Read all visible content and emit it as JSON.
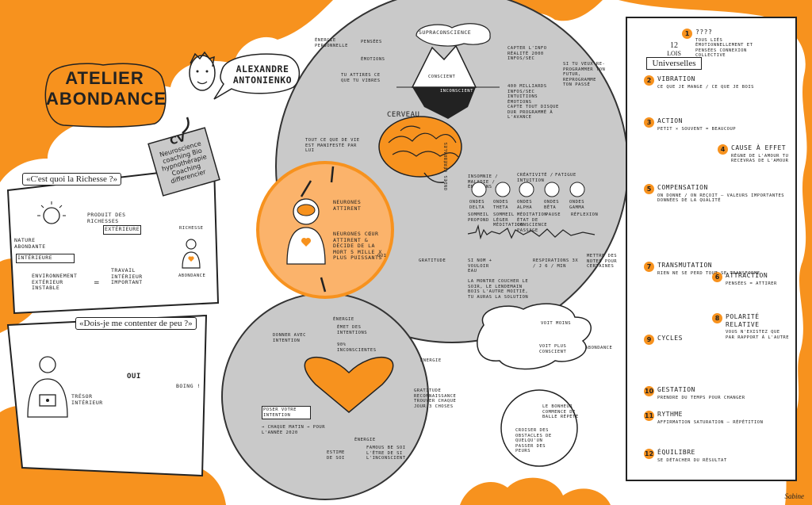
{
  "header": {
    "title_line1": "ATELIER",
    "title_line2": "ABONDANCE",
    "speaker_name_line1": "ALEXANDRE",
    "speaker_name_line2": "ANTONIENKO",
    "cv_title": "CV",
    "cv_items": [
      "Neuroscience",
      "coaching Bio",
      "hypnothérapie",
      "Coaching",
      "differencier"
    ]
  },
  "richesse": {
    "question": "«C'est quoi la Richesse ?»",
    "nature": "NATURE ABONDANTE",
    "interieure": "INTÉRIEURE",
    "produit": "PRODUIT DES RICHESSES",
    "exterieure": "EXTÉRIEURE",
    "richesse_label": "RICHESSE",
    "abondance_label": "ABONDANCE",
    "env_left": "ENVIRONNEMENT EXTÉRIEUR INSTABLE",
    "equals": "=",
    "env_right": "TRAVAIL INTÉRIEUR IMPORTANT"
  },
  "contenter": {
    "question": "«Dois-je me contenter de peu ?»",
    "tresor": "TRÉSOR INTÉRIEUR",
    "oui": "OUI",
    "boing": "BOING !"
  },
  "brain": {
    "energie_personnelle": "ÉNERGIE PERSONNELLE",
    "pensees": "PENSÉES",
    "emotions": "ÉMOTIONS",
    "attires": "TU ATTIRES CE QUE TU VIBRES",
    "supraconscience": "SUPRACONSCIENCE",
    "conscient": "CONSCIENT",
    "inconscient": "INCONSCIENT",
    "capter": "CAPTER L'INFO RÉALITÉ 2000 INFOS/SEC",
    "reprogrammer": "SI TU VEUX RE-PROGRAMMER TON FUTUR, REPROGRAMME TON PASSÉ",
    "info_sec": "400 MILLIARDS INFOS/SEC INTUITIONS ÉMOTIONS",
    "capte_tout": "CAPTE TOUT DISQUE DUR PROGRAMMÉ À L'AVANCE",
    "cerveau": "CERVEAU",
    "tout_vie": "TOUT CE QUE DE VIE EST MANIFESTÉ PAR LUI",
    "wave_headers": [
      "INSOMNIE / MALADIE / ÉMOTIONS",
      "CRÉATIVITÉ / INTUITION",
      "FATIGUE"
    ],
    "waves": [
      "ONDES DELTA",
      "ONDES THETA",
      "ONDES ALPHA",
      "ONDES BÊTA",
      "ONDES GAMMA"
    ],
    "wave_desc": [
      "SOMMEIL PROFOND",
      "SOMMEIL LÉGER MÉDITATION",
      "MÉDITATION ÉTAT DE CONSCIENCE PASSAGE",
      "PAUSE",
      "RÉFLEXION"
    ],
    "ondes_cerebrales": "ONDES CÉRÉBRALES",
    "gratitude_bottle": "GRATITUDE",
    "sinequoi": "SI NOM + VOULOIR EAU",
    "montre": "LA MONTRE COUCHER LE SOIR, LE LENDEMAIN BOIS L'AUTRE MOITIÉ, TU AURAS LA SOLUTION",
    "respirations": "RESPIRATIONS 3x / J 6 / min",
    "mettre": "METTRE DES NOTES POUR CERTAINES"
  },
  "neurones": {
    "neurones_attirent": "NEURONES ATTIRENT",
    "coeur": "NEURONES CŒUR ATTIRENT & DÉCIDE DE LA MORT 5 MILLE X PLUS PUISSANTS",
    "oui_label": "OUI"
  },
  "coeur_circle": {
    "energie1": "ÉNERGIE",
    "emet": "ÉMET DES INTENTIONS",
    "inconscientes": "90% INCONSCIENTES",
    "donner": "DONNER AVEC INTENTION",
    "energie3": "ÉNERGIE",
    "gratitude": "GRATITUDE RECONNAISSANCE TROUVER CHAQUE JOUR 3 CHOSES",
    "poser": "POSER VOTRE INTENTION",
    "chaque": "→ CHAQUE MATIN → POUR L'ANNÉE 2020",
    "energie2": "ÉNERGIE",
    "estime": "ESTIME DE SOI",
    "famous": "FAMOUS BE SOI L'ÊTRE DE SI L'INCONSCIENT"
  },
  "abondance_cloud": {
    "voit_moins": "VOIT MOINS",
    "voit_plus": "VOIT PLUS CONSCIENT",
    "abondance": "ABONDANCE"
  },
  "abondance_hands": {
    "text1": "LE BONHEUR COMMENCE DE BALLE RÉPÉTÉ",
    "text2": "CROISER DES OBSTACLES DE QUELQU'UN PASSER DES PEURS"
  },
  "lois": {
    "title_num": "12",
    "title_lois": "LOIS",
    "title_universelles": "Universelles",
    "items": [
      {
        "n": "1",
        "label": "????",
        "note": "TOUS LIÉS ÉMOTIONNELLEMENT ET PENSÉES CONNEXION COLLECTIVE"
      },
      {
        "n": "2",
        "label": "VIBRATION",
        "note": "CE QUE JE MANGE / CE QUE JE BOIS"
      },
      {
        "n": "3",
        "label": "ACTION",
        "note": "PETIT × SOUVENT = BEAUCOUP"
      },
      {
        "n": "4",
        "label": "CAUSE À EFFET",
        "note": "RÈGNE DE L'AMOUR TU RECEVRAS DE L'AMOUR"
      },
      {
        "n": "5",
        "label": "COMPENSATION",
        "note": "ON DONNE / ON REÇOIT — VALEURS IMPORTANTES DONNÉES DE LA QUALITÉ"
      },
      {
        "n": "6",
        "label": "ATTRACTION",
        "note": "PENSÉES = ATTIRER"
      },
      {
        "n": "7",
        "label": "TRANSMUTATION",
        "note": "RIEN NE SE PERD TOUT SE TRANSFORME"
      },
      {
        "n": "8",
        "label": "POLARITÉ RELATIVE",
        "note": "VOUS N'EXISTEZ QUE PAR RAPPORT À L'AUTRE"
      },
      {
        "n": "9",
        "label": "CYCLES",
        "note": ""
      },
      {
        "n": "10",
        "label": "GESTATION",
        "note": "PRENDRE DU TEMPS POUR CHANGER"
      },
      {
        "n": "11",
        "label": "RYTHME",
        "note": "AFFIRMATION SATURATION — RÉPÉTITION"
      },
      {
        "n": "12",
        "label": "ÉQUILIBRE",
        "note": "SE DÉTACHER DU RÉSULTAT"
      }
    ]
  },
  "signature": "Sabine"
}
